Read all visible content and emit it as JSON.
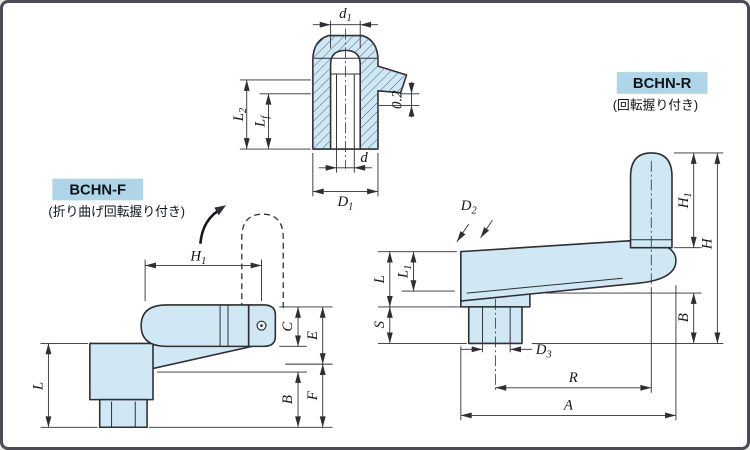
{
  "colors": {
    "background": "#ffffff",
    "frame_border": "#4b4b55",
    "part_fill": "#cfe8f4",
    "line": "#2e2e34",
    "label_bg": "#aed6e8"
  },
  "section_view": {
    "dim_d1": {
      "b": "d",
      "s": "1"
    },
    "dim_L2": {
      "b": "L",
      "s": "2"
    },
    "dim_Lf": {
      "b": "L",
      "s": "f"
    },
    "dim_clearance": {
      "b": "0.2",
      "s": ""
    },
    "dim_d": {
      "b": "d",
      "s": ""
    },
    "dim_D1": {
      "b": "D",
      "s": "1"
    }
  },
  "bchn_f": {
    "name": "BCHN-F",
    "subtitle": "(折り曲げ回転握り付き)",
    "dims": {
      "H1": {
        "b": "H",
        "s": "1"
      },
      "L": {
        "b": "L",
        "s": ""
      },
      "C": {
        "b": "C",
        "s": ""
      },
      "E": {
        "b": "E",
        "s": ""
      },
      "B": {
        "b": "B",
        "s": ""
      },
      "F": {
        "b": "F",
        "s": ""
      }
    }
  },
  "bchn_r": {
    "name": "BCHN-R",
    "subtitle": "(回転握り付き)",
    "dims": {
      "D2": {
        "b": "D",
        "s": "2"
      },
      "L": {
        "b": "L",
        "s": ""
      },
      "L1": {
        "b": "L",
        "s": "1"
      },
      "S": {
        "b": "S",
        "s": ""
      },
      "H1": {
        "b": "H",
        "s": "1"
      },
      "H": {
        "b": "H",
        "s": ""
      },
      "B": {
        "b": "B",
        "s": ""
      },
      "D3": {
        "b": "D",
        "s": "3"
      },
      "R": {
        "b": "R",
        "s": ""
      },
      "A": {
        "b": "A",
        "s": ""
      }
    }
  }
}
